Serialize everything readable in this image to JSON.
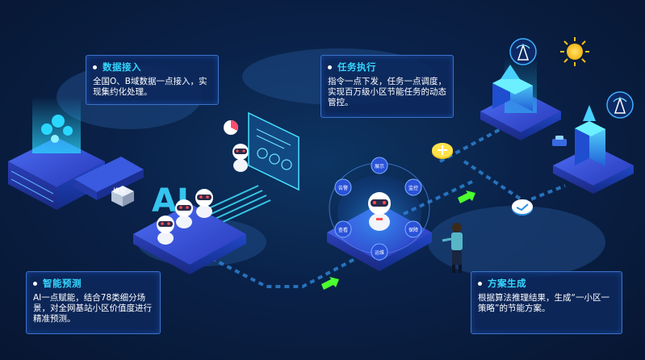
{
  "cards": {
    "data_access": {
      "title": "数据接入",
      "desc": "全国O、B域数据一点接入，实现集约化处理。"
    },
    "task_exec": {
      "title": "任务执行",
      "desc": "指令一点下发，任务一点调度，实现百万级小区节能任务的动态管控。"
    },
    "predict": {
      "title": "智能预测",
      "desc": "AI一点赋能，结合78类细分场景，对全网基站小区价值度进行精准预测。"
    },
    "plan": {
      "title": "方案生成",
      "desc": "根据算法推理结果，生成“一小区一策略”的节能方案。"
    }
  },
  "labels": {
    "ai": "AI",
    "model": "模型",
    "orbit": [
      "展示",
      "告警",
      "监控",
      "查看",
      "保障",
      "运维"
    ]
  },
  "colors": {
    "accent": "#35d7ff",
    "card_border": "#3b72c9",
    "arrow_green": "#4cff2e",
    "platform": "#3a52d8"
  }
}
